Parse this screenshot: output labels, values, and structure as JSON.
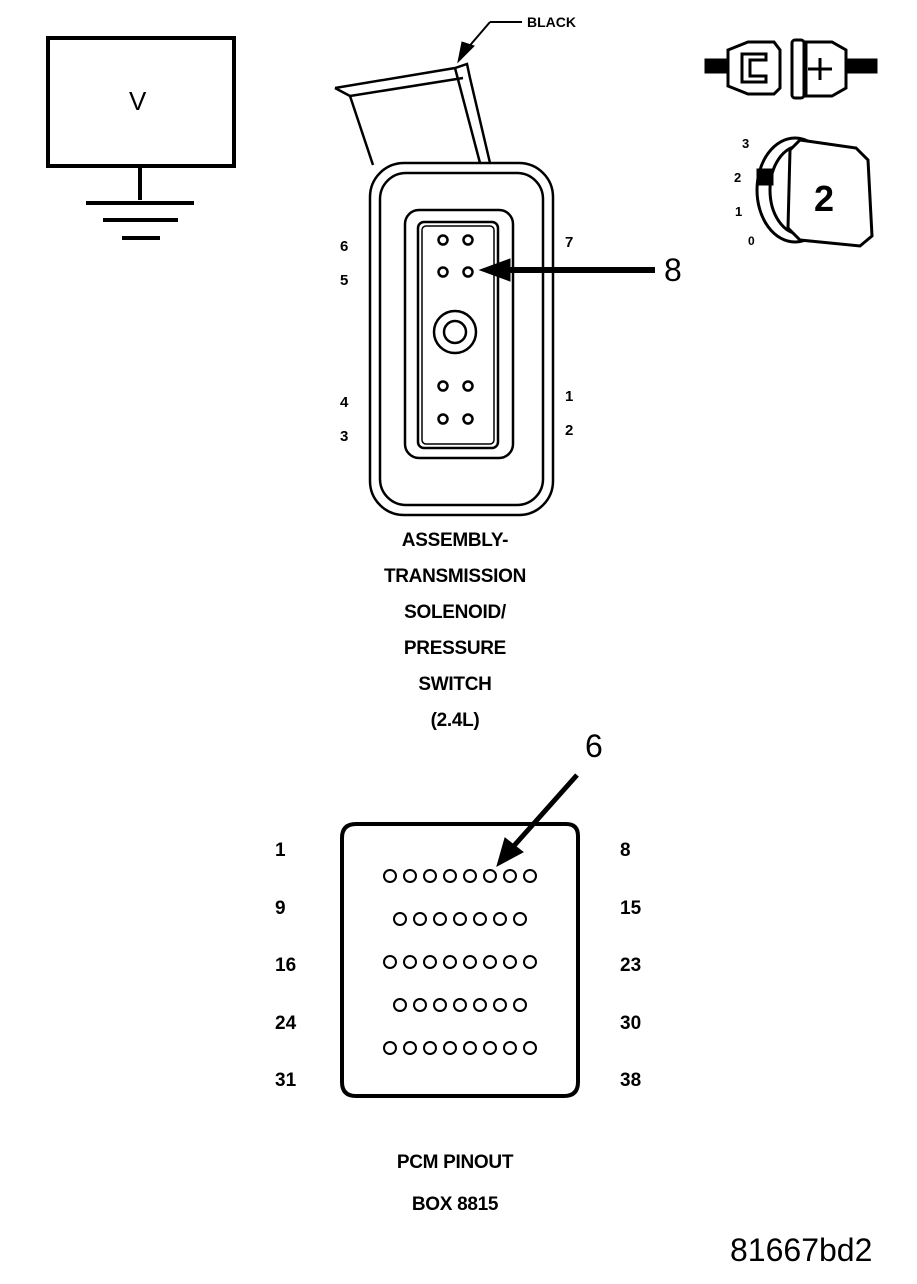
{
  "voltmeter": {
    "symbol": "V"
  },
  "connector": {
    "wire_color": "BLACK",
    "callout": "8",
    "pins_left": [
      "6",
      "5",
      "4",
      "3"
    ],
    "pins_right": [
      "7",
      "1",
      "2"
    ],
    "caption_lines": [
      "ASSEMBLY-",
      "TRANSMISSION",
      "SOLENOID/",
      "PRESSURE",
      "SWITCH",
      "(2.4L)"
    ]
  },
  "ignition": {
    "positions": [
      "3",
      "2",
      "1",
      "0"
    ],
    "selected": "2"
  },
  "pcm": {
    "callout": "6",
    "rows": [
      {
        "left": "1",
        "right": "8",
        "pins": 8
      },
      {
        "left": "9",
        "right": "15",
        "pins": 7
      },
      {
        "left": "16",
        "right": "23",
        "pins": 8
      },
      {
        "left": "24",
        "right": "30",
        "pins": 7
      },
      {
        "left": "31",
        "right": "38",
        "pins": 8
      }
    ],
    "caption_lines": [
      "PCM PINOUT",
      "BOX 8815"
    ]
  },
  "figure_id": "81667bd2"
}
